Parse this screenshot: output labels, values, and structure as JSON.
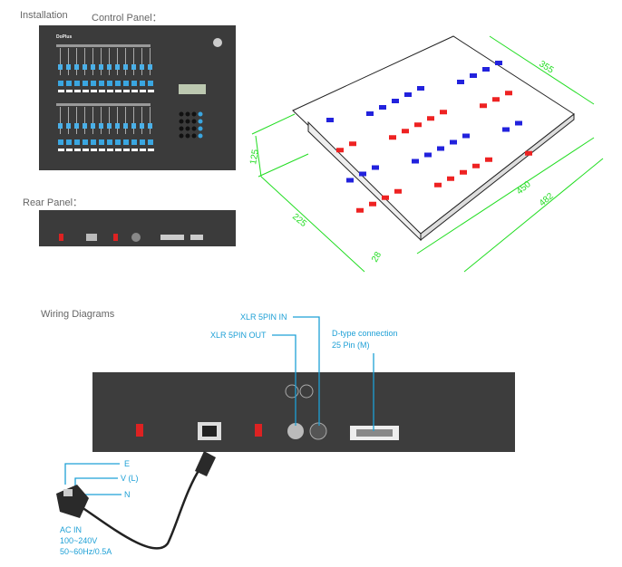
{
  "headings": {
    "installation": "Installation",
    "control_panel": "Control Panel：",
    "rear_panel": "Rear Panel：",
    "wiring": "Wiring Diagrams"
  },
  "device": {
    "brand": "DoPlus"
  },
  "dimensions": [
    "355",
    "125",
    "225",
    "450",
    "482",
    "28"
  ],
  "wiring_labels": {
    "xlr_in": "XLR  5PIN  IN",
    "xlr_out": "XLR  5PIN  OUT",
    "dtype_1": "D-type connection",
    "dtype_2": "25 Pin (M)",
    "e": "E",
    "v": "V (L)",
    "n": "N",
    "ac_1": "AC IN",
    "ac_2": "100~240V",
    "ac_3": "50~60Hz/0.5A"
  },
  "colors": {
    "accent": "#1ea0d6",
    "panel": "#3b3b3b",
    "dimension": "#22dd22",
    "cad_red": "#ee2222",
    "cad_blue": "#2222dd"
  }
}
